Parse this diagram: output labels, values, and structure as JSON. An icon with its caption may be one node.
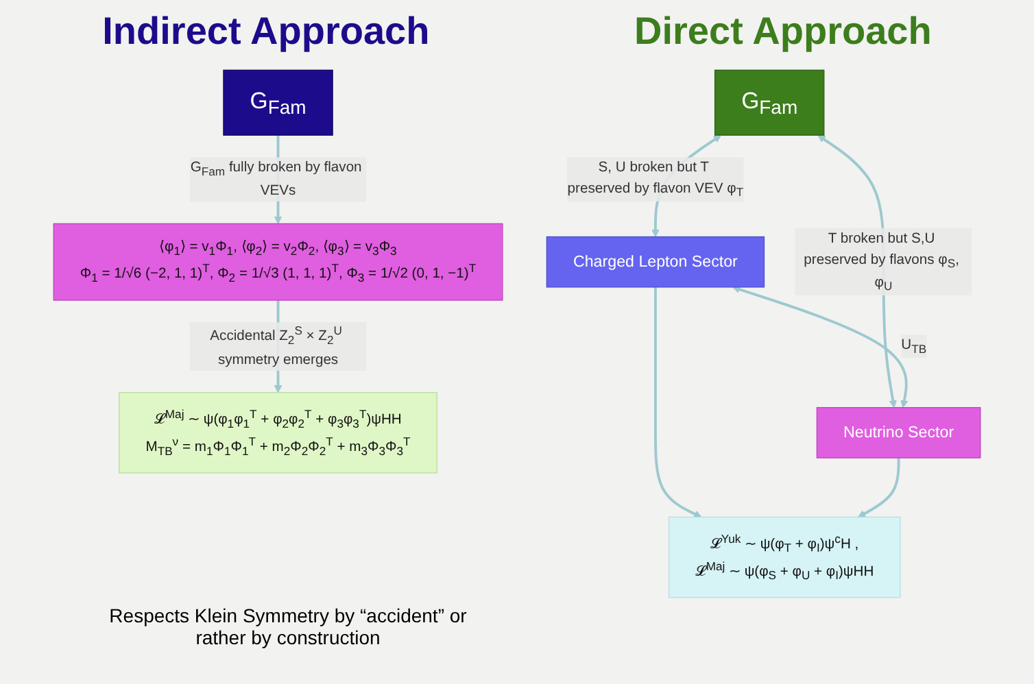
{
  "diagram": {
    "nodes": [
      {
        "text": [
          "G$_{Fam}$"
        ]
      },
      {
        "text": [
          "Charged Lepton Sector"
        ]
      },
      {
        "text": [
          "Neutrino Sector"
        ]
      },
      {
        "text": [
          "𝓛$^{Yuk}$ ∼ ψ(φ$_{T}$ + φ$_{I}$)ψ$^{c}$H ,",
          "𝓛$^{Maj}$ ∼ ψ(φ$_{S}$ + φ$_{U}$ + φ$_{I}$)ψHH"
        ]
      },
      {
        "text": [
          "G$_{Fam}$"
        ]
      },
      {
        "text": [
          "⟨φ$_{1}$⟩ = v$_{1}$Φ$_{1}$,  ⟨φ$_{2}$⟩ = v$_{2}$Φ$_{2}$,  ⟨φ$_{3}$⟩ = v$_{3}$Φ$_{3}$",
          "Φ$_{1}$ = 1/√6 (−2, 1, 1)$^{T}$,  Φ$_{2}$ = 1/√3 (1, 1, 1)$^{T}$,  Φ$_{3}$ = 1/√2 (0, 1, −1)$^{T}$"
        ]
      },
      {
        "text": [
          "𝓛$^{Maj}$ ∼ ψ(φ$_{1}$φ$_{1}$$^{T}$ + φ$_{2}$φ$_{2}$$^{T}$ + φ$_{3}$φ$_{3}$$^{T}$)ψHH",
          "M$_{TB}$$^{ν}$ = m$_{1}$Φ$_{1}$Φ$_{1}$$^{T}$ + m$_{2}$Φ$_{2}$Φ$_{2}$$^{T}$ + m$_{3}$Φ$_{3}$Φ$_{3}$$^{T}$"
        ]
      }
    ],
    "edges": [
      {
        "from": 0,
        "to": 1,
        "arrow": "both",
        "label": "S, U broken but T preserved by flavon VEV φ$_{T}$"
      },
      {
        "from": 0,
        "to": 2,
        "arrow": "both",
        "label": "T broken but S,U preserved by flavons φ$_{S}$, φ$_{U}$"
      },
      {
        "from": 1,
        "to": 2,
        "arrow": "both",
        "label": "U$_{TB}$"
      },
      {
        "from": 1,
        "to": 3,
        "arrow": "to"
      },
      {
        "from": 2,
        "to": 3,
        "arrow": "to"
      },
      {
        "from": 4,
        "to": 5,
        "arrow": "to",
        "label": "G$_{Fam}$ fully broken by flavon VEVs"
      },
      {
        "from": 5,
        "to": 6,
        "arrow": "to",
        "label": "Accidental Z$_{2}$$^{S}$ × Z$_{2}$$^{U}$ symmetry emerges"
      }
    ],
    "labels": [
      "Direct Approach",
      "Indirect Approach",
      "Respects Klein Symmetry by “accident” or rather by construction"
    ]
  }
}
